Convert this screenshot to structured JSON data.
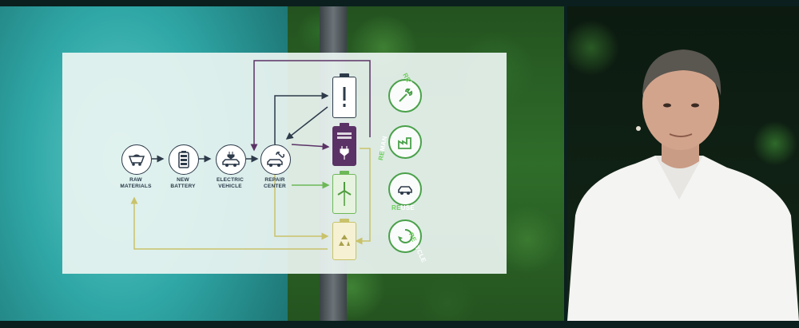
{
  "diagram": {
    "nodes": [
      {
        "id": "raw",
        "label_line1": "RAW",
        "label_line2": "MATERIALS",
        "icon": "mining-cart-icon"
      },
      {
        "id": "battery",
        "label_line1": "NEW",
        "label_line2": "BATTERY",
        "icon": "battery-icon"
      },
      {
        "id": "ev",
        "label_line1": "ELECTRIC",
        "label_line2": "VEHICLE",
        "icon": "electric-car-icon"
      },
      {
        "id": "repair",
        "label_line1": "REPAIR",
        "label_line2": "CENTER",
        "icon": "car-wrench-icon"
      }
    ],
    "batteries": [
      {
        "state": "alert",
        "icon": "exclamation-icon",
        "color": "#2d3a4a"
      },
      {
        "state": "reman",
        "icon": "plug-icon",
        "color": "#5b3266"
      },
      {
        "state": "reuse",
        "icon": "wind-turbine-icon",
        "color": "#6db857"
      },
      {
        "state": "recycle",
        "icon": "recycle-icon",
        "color": "#c9c26a"
      }
    ],
    "r_labels": [
      {
        "prefix": "RE",
        "rest": "PAIR",
        "icon": "wrench-icon"
      },
      {
        "prefix": "RE",
        "rest": "MAN",
        "icon": "factory-icon"
      },
      {
        "prefix": "RE",
        "rest": "USE",
        "icon": "car-icon"
      },
      {
        "prefix": "RE",
        "rest": "CYCLE",
        "icon": "recycle-icon"
      }
    ],
    "colors": {
      "dark": "#2d3a4a",
      "purple": "#5b3266",
      "green": "#6db857",
      "yellow": "#c9c26a",
      "accent_green": "#6ccf5a"
    }
  }
}
